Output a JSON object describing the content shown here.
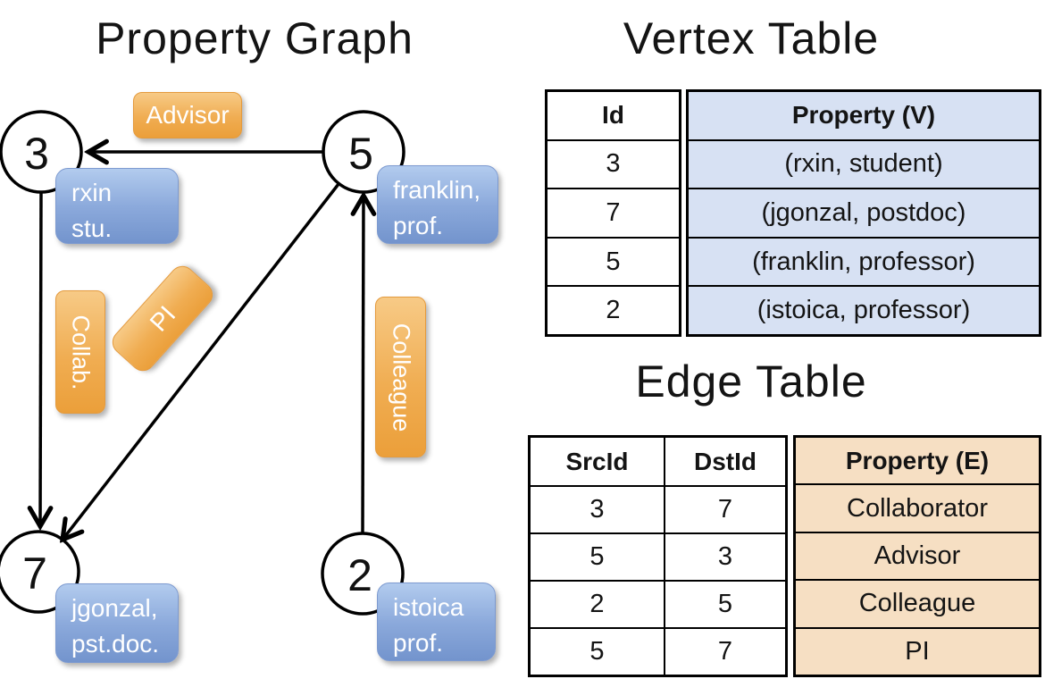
{
  "graph": {
    "title": "Property Graph",
    "node3": "3",
    "node5": "5",
    "node7": "7",
    "node2": "2",
    "label_advisor": "Advisor",
    "label_collab": "Collab.",
    "label_pi": "PI",
    "label_colleague": "Colleague",
    "prop_rxin": [
      "rxin",
      "stu."
    ],
    "prop_franklin": [
      "franklin,",
      "prof."
    ],
    "prop_jgonzal": [
      "jgonzal,",
      "pst.doc."
    ],
    "prop_istoica": [
      "istoica",
      "prof."
    ]
  },
  "vertex_table": {
    "title": "Vertex Table",
    "col_id": "Id",
    "col_property": "Property (V)",
    "rows": [
      {
        "id": "3",
        "property": "(rxin, student)"
      },
      {
        "id": "7",
        "property": "(jgonzal, postdoc)"
      },
      {
        "id": "5",
        "property": "(franklin, professor)"
      },
      {
        "id": "2",
        "property": "(istoica, professor)"
      }
    ]
  },
  "edge_table": {
    "title": "Edge Table",
    "col_src": "SrcId",
    "col_dst": "DstId",
    "col_property": "Property (E)",
    "rows": [
      {
        "src": "3",
        "dst": "7",
        "property": "Collaborator"
      },
      {
        "src": "5",
        "dst": "3",
        "property": "Advisor"
      },
      {
        "src": "2",
        "dst": "5",
        "property": "Colleague"
      },
      {
        "src": "5",
        "dst": "7",
        "property": "PI"
      }
    ]
  },
  "colors": {
    "edge_label_orange": "#efa946",
    "vertex_prop_blue": "#8aa7d9",
    "vertex_cell_bg": "#d7e1f3",
    "edge_cell_bg": "#f6dfc3",
    "line_black": "#000000"
  }
}
